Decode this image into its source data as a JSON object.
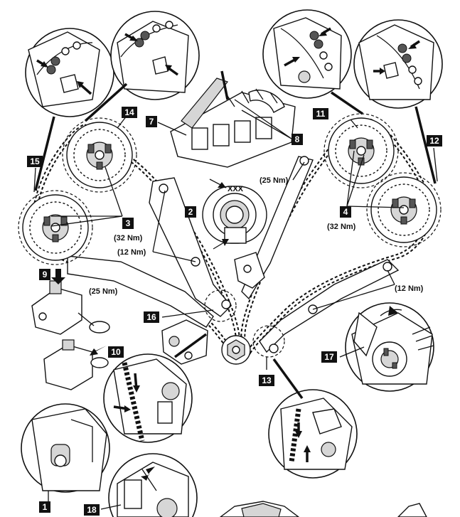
{
  "callouts": {
    "c1": "1",
    "c2": "2",
    "c3": "3",
    "c4": "4",
    "c7": "7",
    "c8": "8",
    "c9": "9",
    "c10": "10",
    "c11": "11",
    "c12": "12",
    "c13": "13",
    "c14": "14",
    "c15": "15",
    "c16": "16",
    "c17": "17",
    "c18": "18"
  },
  "torques": {
    "t_top": "(25 Nm)",
    "t_left_cam": "(32 Nm)",
    "t_right_cam": "(32 Nm)",
    "t_mid_left": "(12 Nm)",
    "t_left_guide": "(25 Nm)",
    "t_right_guide": "(12 Nm)"
  },
  "markings": {
    "crank_mark": "XXX"
  },
  "colors": {
    "ink": "#111111",
    "shade": "#d6d6d6",
    "background": "#ffffff"
  }
}
